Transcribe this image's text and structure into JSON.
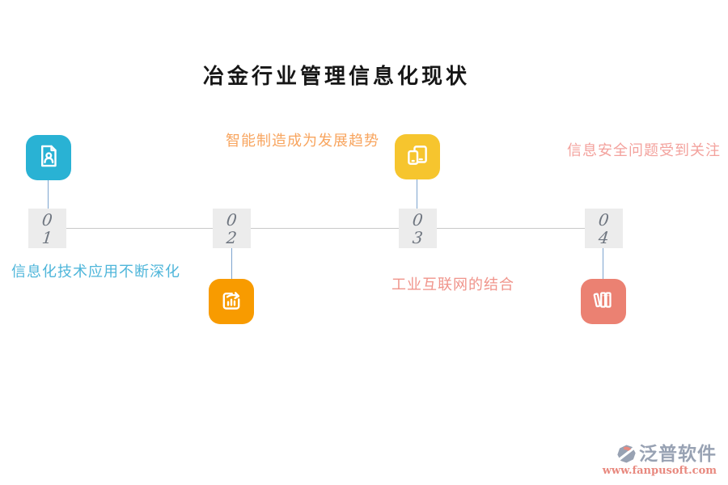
{
  "title": "冶金行业管理信息化现状",
  "colors": {
    "node1_icon_bg": "#29b2d4",
    "node2_icon_bg": "#f89b00",
    "node3_icon_bg": "#f6c52e",
    "node4_icon_bg": "#eb8172",
    "node1_label": "#4fb6da",
    "node2_label": "#f8a55f",
    "node3_label": "#f0948b",
    "node4_label": "#f3a29d",
    "number_box_bg": "#ececec",
    "number_text": "#6f7680",
    "timeline_line": "#c9c9c9",
    "connector_line": "#7da4cf",
    "brand_gray": "#98a2b3",
    "brand_url_color": "#e8897f"
  },
  "nodes": [
    {
      "num_top": "0",
      "num_bottom": "1",
      "label": "信息化技术应用不断深化",
      "icon": "profile-document-icon",
      "icon_position": "above",
      "label_position": "below"
    },
    {
      "num_top": "0",
      "num_bottom": "2",
      "label": "智能制造成为发展趋势",
      "icon": "chart-growth-icon",
      "icon_position": "below",
      "label_position": "above"
    },
    {
      "num_top": "0",
      "num_bottom": "3",
      "label": "工业互联网的结合",
      "icon": "devices-icon",
      "icon_position": "above",
      "label_position": "below"
    },
    {
      "num_top": "0",
      "num_bottom": "4",
      "label": "信息安全问题受到关注",
      "icon": "books-icon",
      "icon_position": "below",
      "label_position": "above"
    }
  ],
  "footer": {
    "brand": "泛普软件",
    "website": "www.fanpusoft.com"
  }
}
